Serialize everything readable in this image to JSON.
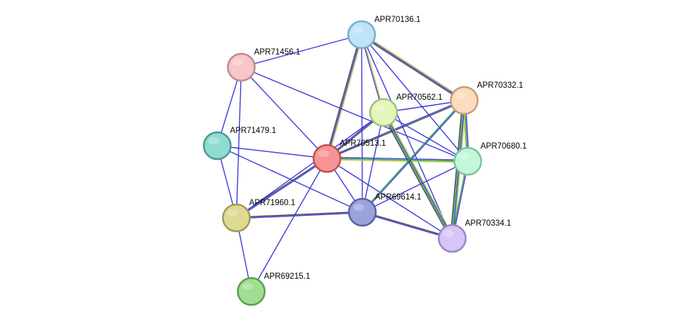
{
  "network": {
    "nodes": [
      {
        "id": "APR70136.1",
        "label": "APR70136.1",
        "color": "#bfe3f7",
        "stroke": "#7aaec9"
      },
      {
        "id": "APR71456.1",
        "label": "APR71456.1",
        "color": "#f6c6c9",
        "stroke": "#c08a8c"
      },
      {
        "id": "APR70332.1",
        "label": "APR70332.1",
        "color": "#fbdcbf",
        "stroke": "#c59c78"
      },
      {
        "id": "APR70562.1",
        "label": "APR70562.1",
        "color": "#e3f7bd",
        "stroke": "#a4c07a"
      },
      {
        "id": "APR71479.1",
        "label": "APR71479.1",
        "color": "#8fdcd1",
        "stroke": "#4f9990"
      },
      {
        "id": "APR70513.1",
        "label": "APR70513.1",
        "color": "#f79393",
        "stroke": "#c0504e"
      },
      {
        "id": "APR70680.1",
        "label": "APR70680.1",
        "color": "#c2f7da",
        "stroke": "#7ec39f"
      },
      {
        "id": "APR71960.1",
        "label": "APR71960.1",
        "color": "#ded993",
        "stroke": "#9f9a56"
      },
      {
        "id": "APR69614.1",
        "label": "APR69614.1",
        "color": "#9aa3dc",
        "stroke": "#5a62a3"
      },
      {
        "id": "APR70334.1",
        "label": "APR70334.1",
        "color": "#d6c5f6",
        "stroke": "#9a86c4"
      },
      {
        "id": "APR69215.1",
        "label": "APR69215.1",
        "color": "#a0de91",
        "stroke": "#5d9e52"
      }
    ],
    "edges": [
      {
        "source": "APR70136.1",
        "target": "APR71456.1",
        "colors": [
          "#3b3bdc"
        ]
      },
      {
        "source": "APR70136.1",
        "target": "APR70513.1",
        "colors": [
          "#c9c949",
          "#3b3bdc",
          "#444444"
        ]
      },
      {
        "source": "APR70136.1",
        "target": "APR70562.1",
        "colors": [
          "#c9c949",
          "#3b3bdc"
        ]
      },
      {
        "source": "APR70136.1",
        "target": "APR70332.1",
        "colors": [
          "#c9c949",
          "#3b3bdc",
          "#444444"
        ]
      },
      {
        "source": "APR70136.1",
        "target": "APR70680.1",
        "colors": [
          "#3b3bdc"
        ]
      },
      {
        "source": "APR70136.1",
        "target": "APR69614.1",
        "colors": [
          "#3b3bdc"
        ]
      },
      {
        "source": "APR70136.1",
        "target": "APR70334.1",
        "colors": [
          "#3b3bdc"
        ]
      },
      {
        "source": "APR71456.1",
        "target": "APR71479.1",
        "colors": [
          "#3b3bdc"
        ]
      },
      {
        "source": "APR71456.1",
        "target": "APR71960.1",
        "colors": [
          "#3b3bdc"
        ]
      },
      {
        "source": "APR71456.1",
        "target": "APR70513.1",
        "colors": [
          "#3b3bdc"
        ]
      },
      {
        "source": "APR71456.1",
        "target": "APR70680.1",
        "colors": [
          "#3b3bdc"
        ]
      },
      {
        "source": "APR71479.1",
        "target": "APR70513.1",
        "colors": [
          "#3b3bdc"
        ]
      },
      {
        "source": "APR71479.1",
        "target": "APR71960.1",
        "colors": [
          "#3b3bdc"
        ]
      },
      {
        "source": "APR71479.1",
        "target": "APR69614.1",
        "colors": [
          "#3b3bdc"
        ]
      },
      {
        "source": "APR70513.1",
        "target": "APR70562.1",
        "colors": [
          "#3b3bdc",
          "#444444"
        ]
      },
      {
        "source": "APR70513.1",
        "target": "APR70332.1",
        "colors": [
          "#3b3bdc",
          "#444444"
        ]
      },
      {
        "source": "APR70513.1",
        "target": "APR70680.1",
        "colors": [
          "#3b3bdc",
          "#2aa840",
          "#c9c949"
        ]
      },
      {
        "source": "APR70513.1",
        "target": "APR71960.1",
        "colors": [
          "#3b3bdc",
          "#444444"
        ]
      },
      {
        "source": "APR70513.1",
        "target": "APR69614.1",
        "colors": [
          "#3b3bdc"
        ]
      },
      {
        "source": "APR70513.1",
        "target": "APR70334.1",
        "colors": [
          "#3b3bdc"
        ]
      },
      {
        "source": "APR70513.1",
        "target": "APR69215.1",
        "colors": [
          "#3b3bdc"
        ]
      },
      {
        "source": "APR70562.1",
        "target": "APR70332.1",
        "colors": [
          "#3b3bdc"
        ]
      },
      {
        "source": "APR70562.1",
        "target": "APR70680.1",
        "colors": [
          "#3b3bdc"
        ]
      },
      {
        "source": "APR70562.1",
        "target": "APR69614.1",
        "colors": [
          "#3b3bdc"
        ]
      },
      {
        "source": "APR70562.1",
        "target": "APR70334.1",
        "colors": [
          "#c9c949",
          "#3b3bdc",
          "#2aa840",
          "#444444"
        ]
      },
      {
        "source": "APR70562.1",
        "target": "APR71960.1",
        "colors": [
          "#3b3bdc"
        ]
      },
      {
        "source": "APR70332.1",
        "target": "APR70680.1",
        "colors": [
          "#3b3bdc",
          "#2aa840",
          "#c9c949"
        ]
      },
      {
        "source": "APR70332.1",
        "target": "APR69614.1",
        "colors": [
          "#3b3bdc",
          "#2aa840"
        ]
      },
      {
        "source": "APR70332.1",
        "target": "APR70334.1",
        "colors": [
          "#c9c949",
          "#3b3bdc",
          "#2aa840",
          "#444444"
        ]
      },
      {
        "source": "APR70680.1",
        "target": "APR69614.1",
        "colors": [
          "#3b3bdc"
        ]
      },
      {
        "source": "APR70680.1",
        "target": "APR70334.1",
        "colors": [
          "#3b3bdc",
          "#2aa840"
        ]
      },
      {
        "source": "APR71960.1",
        "target": "APR69614.1",
        "colors": [
          "#444444",
          "#3b3bdc"
        ]
      },
      {
        "source": "APR71960.1",
        "target": "APR69215.1",
        "colors": [
          "#3b3bdc"
        ]
      },
      {
        "source": "APR69614.1",
        "target": "APR70334.1",
        "colors": [
          "#444444",
          "#3b3bdc"
        ]
      }
    ]
  }
}
